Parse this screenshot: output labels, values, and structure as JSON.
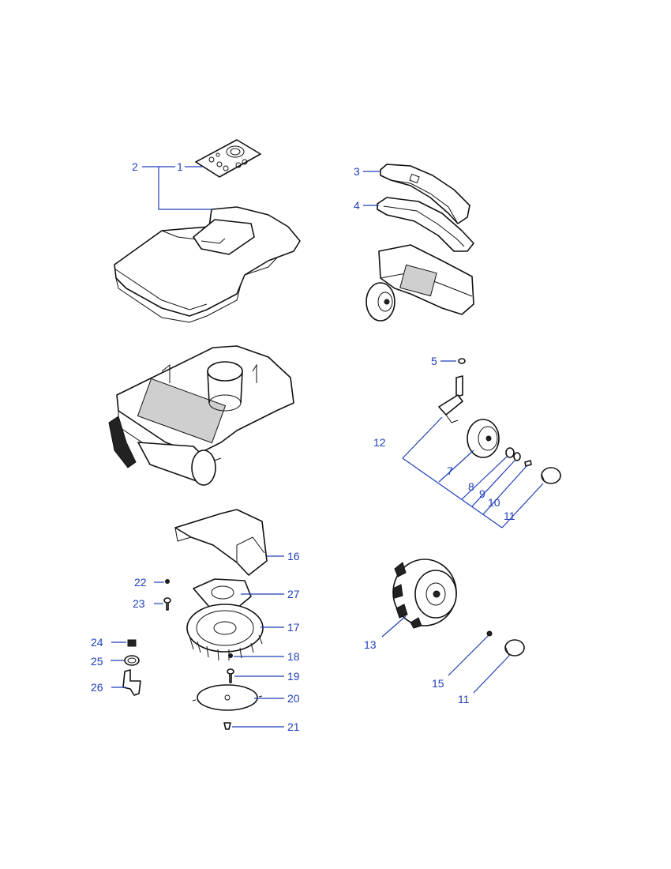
{
  "colors": {
    "callout": "#1f3fb8",
    "line_art": "#111111",
    "background": "#ffffff"
  },
  "callouts": {
    "c1": "1",
    "c2": "2",
    "c3": "3",
    "c4": "4",
    "c5": "5",
    "c7": "7",
    "c8": "8",
    "c9": "9",
    "c10": "10",
    "c11a": "11",
    "c11b": "11",
    "c12": "12",
    "c13": "13",
    "c15": "15",
    "c16": "16",
    "c17": "17",
    "c18": "18",
    "c19": "19",
    "c20": "20",
    "c21": "21",
    "c22": "22",
    "c23": "23",
    "c24": "24",
    "c25": "25",
    "c26": "26",
    "c27": "27"
  }
}
